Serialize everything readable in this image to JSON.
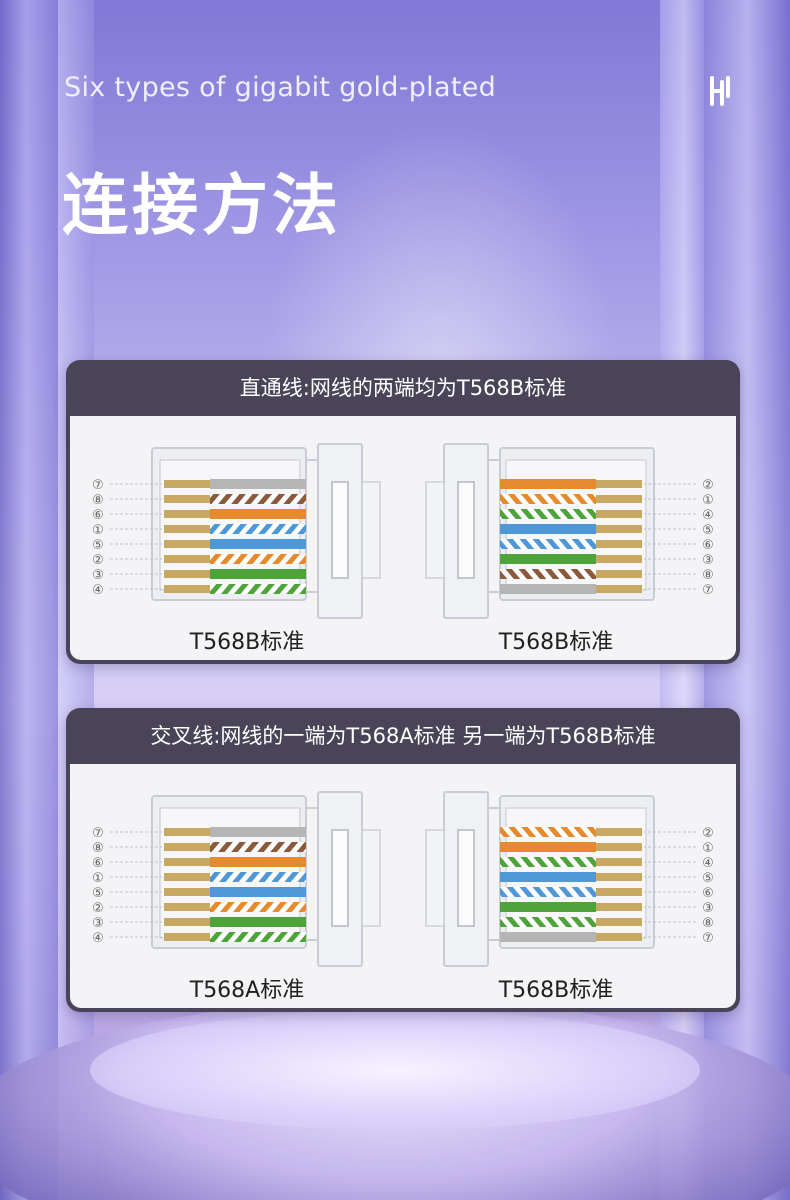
{
  "subtitle": "Six types of gigabit gold-plated",
  "title": "连接方法",
  "logo_icon": "brand-logo-icon",
  "panels": [
    {
      "header": "直通线:网线的两端均为T568B标准",
      "left": {
        "caption": "T568B标准",
        "pins": [
          "⑦",
          "⑧",
          "⑥",
          "①",
          "⑤",
          "②",
          "③",
          "④"
        ],
        "wires": [
          {
            "color": "#b5b5b5",
            "striped": false
          },
          {
            "color": "#8b5a3c",
            "striped": true
          },
          {
            "color": "#e68a2e",
            "striped": false
          },
          {
            "color": "#4f98d8",
            "striped": true
          },
          {
            "color": "#4f98d8",
            "striped": false
          },
          {
            "color": "#e68a2e",
            "striped": true
          },
          {
            "color": "#4ea33b",
            "striped": false
          },
          {
            "color": "#4ea33b",
            "striped": true
          }
        ]
      },
      "right": {
        "caption": "T568B标准",
        "pins": [
          "②",
          "①",
          "④",
          "⑤",
          "⑥",
          "③",
          "⑧",
          "⑦"
        ],
        "wires": [
          {
            "color": "#e68a2e",
            "striped": false
          },
          {
            "color": "#e68a2e",
            "striped": true
          },
          {
            "color": "#4ea33b",
            "striped": true
          },
          {
            "color": "#4f98d8",
            "striped": false
          },
          {
            "color": "#4f98d8",
            "striped": true
          },
          {
            "color": "#4ea33b",
            "striped": false
          },
          {
            "color": "#8b5a3c",
            "striped": true
          },
          {
            "color": "#b5b5b5",
            "striped": false
          }
        ]
      }
    },
    {
      "header": "交叉线:网线的一端为T568A标准 另一端为T568B标准",
      "left": {
        "caption": "T568A标准",
        "pins": [
          "⑦",
          "⑧",
          "⑥",
          "①",
          "⑤",
          "②",
          "③",
          "④"
        ],
        "wires": [
          {
            "color": "#b5b5b5",
            "striped": false
          },
          {
            "color": "#8b5a3c",
            "striped": true
          },
          {
            "color": "#e68a2e",
            "striped": false
          },
          {
            "color": "#4f98d8",
            "striped": true
          },
          {
            "color": "#4f98d8",
            "striped": false
          },
          {
            "color": "#e68a2e",
            "striped": true
          },
          {
            "color": "#4ea33b",
            "striped": false
          },
          {
            "color": "#4ea33b",
            "striped": true
          }
        ]
      },
      "right": {
        "caption": "T568B标准",
        "pins": [
          "②",
          "①",
          "④",
          "⑤",
          "⑥",
          "③",
          "⑧",
          "⑦"
        ],
        "wires": [
          {
            "color": "#e68a2e",
            "striped": true
          },
          {
            "color": "#e68a2e",
            "striped": false
          },
          {
            "color": "#4ea33b",
            "striped": true
          },
          {
            "color": "#4f98d8",
            "striped": false
          },
          {
            "color": "#4f98d8",
            "striped": true
          },
          {
            "color": "#4ea33b",
            "striped": false
          },
          {
            "color": "#4ea33b",
            "striped": true
          },
          {
            "color": "#b5b5b5",
            "striped": false
          }
        ]
      }
    }
  ]
}
